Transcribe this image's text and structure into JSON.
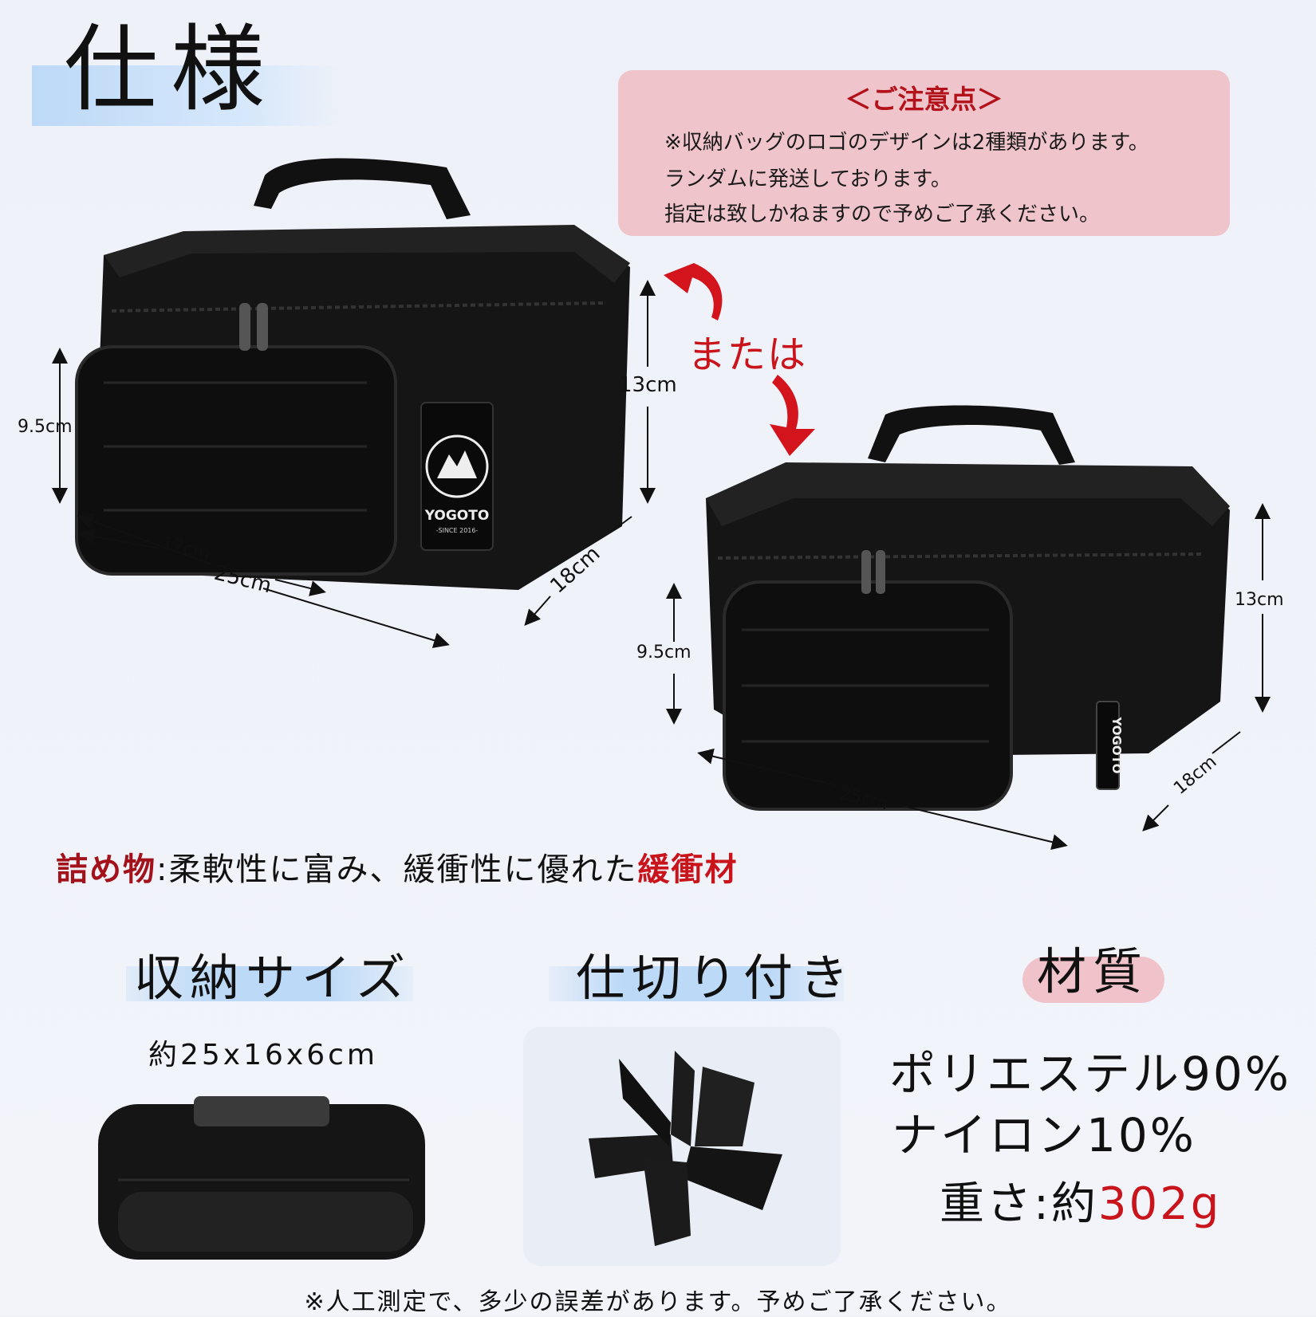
{
  "title": "仕様",
  "caution": {
    "heading": "＜ご注意点＞",
    "lines": [
      "※収納バッグのロゴのデザインは2種類があります。",
      "ランダムに発送しております。",
      "指定は致しかねますので予めご了承ください。"
    ]
  },
  "or_label": "または",
  "bag1": {
    "height_side": "9.5cm",
    "height_main": "13cm",
    "depth_small": "17cm",
    "length": "25cm",
    "depth": "18cm",
    "logo_text": "YOGOTO",
    "logo_sub": "-SINCE 2016-"
  },
  "bag2": {
    "height_side": "9.5cm",
    "height_main": "13cm",
    "length": "25cm",
    "depth": "18cm",
    "logo_text": "YOGOTO"
  },
  "filling": {
    "label": "詰め物",
    "colon": ":",
    "text": "柔軟性に富み、緩衝性に優れた",
    "highlight": "緩衝材"
  },
  "storage": {
    "title": "収納サイズ",
    "size": "約25x16x6cm"
  },
  "divider": {
    "title": "仕切り付き"
  },
  "material": {
    "title": "材質",
    "line1": "ポリエステル90%",
    "line2": "ナイロン10%",
    "weight_label": "重さ:約",
    "weight_value": "302g"
  },
  "footer": "※人工測定で、多少の誤差があります。予めご了承ください。",
  "colors": {
    "accent_red": "#c9141c",
    "pink": "#efc4cb",
    "blue_band": "#bcd9f7"
  }
}
